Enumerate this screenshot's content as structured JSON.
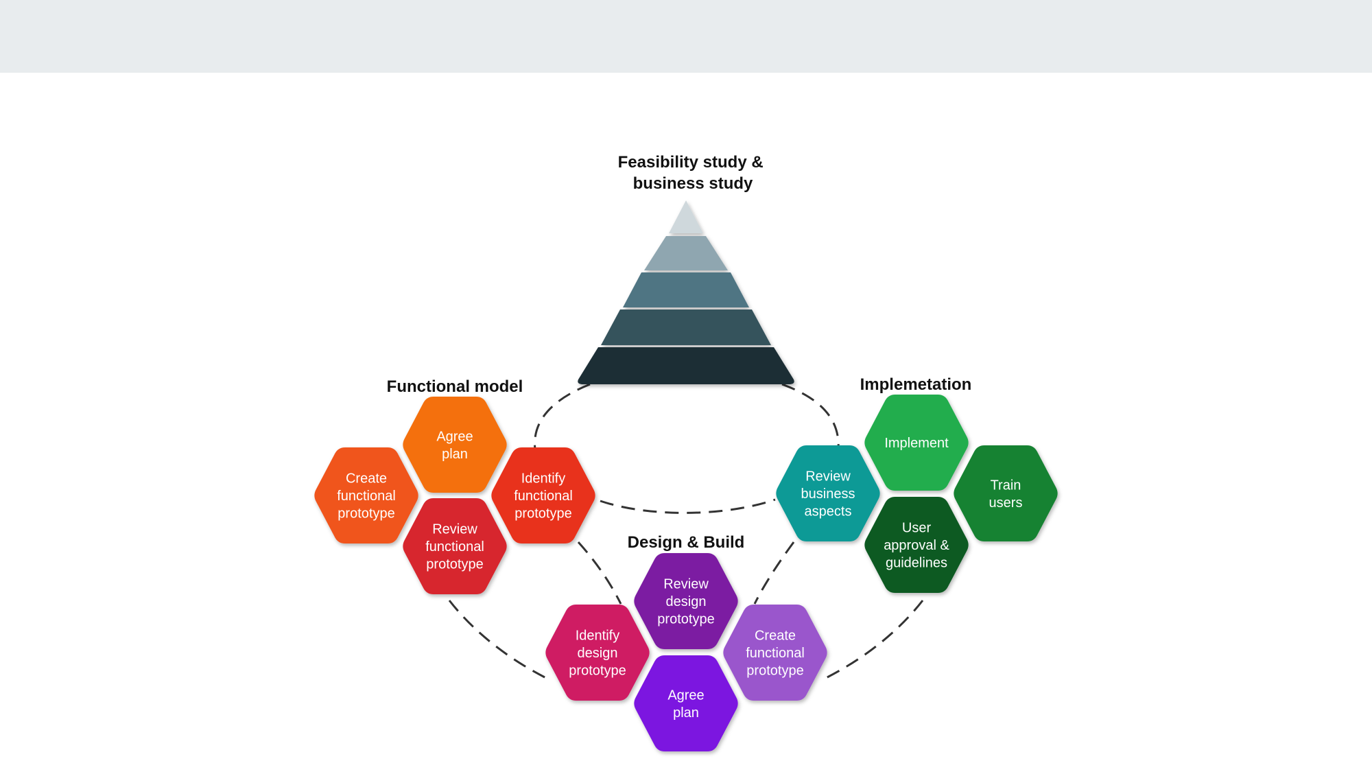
{
  "titles": {
    "feasibility": [
      "Feasibility study &",
      "business study"
    ],
    "functional_model": "Functional model",
    "implementation": "Implemetation",
    "design_build": "Design & Build"
  },
  "pyramid": {
    "tiers": [
      "#cfd8dc",
      "#8fa6b0",
      "#4f7583",
      "#34525c",
      "#1d2f36"
    ]
  },
  "groups": {
    "functional_model": {
      "hexes": [
        {
          "lines": [
            "Agree",
            "plan"
          ],
          "color": "#f4700f"
        },
        {
          "lines": [
            "Create",
            "functional",
            "prototype"
          ],
          "color": "#f0541e"
        },
        {
          "lines": [
            "Identify",
            "functional",
            "prototype"
          ],
          "color": "#e8331c"
        },
        {
          "lines": [
            "Review",
            "functional",
            "prototype"
          ],
          "color": "#d7282f"
        }
      ]
    },
    "implementation": {
      "hexes": [
        {
          "lines": [
            "Implement"
          ],
          "color": "#22ad4e"
        },
        {
          "lines": [
            "Review",
            "business",
            "aspects"
          ],
          "color": "#119a96"
        },
        {
          "lines": [
            "Train",
            "users"
          ],
          "color": "#168233"
        },
        {
          "lines": [
            "User",
            "approval &",
            "guidelines"
          ],
          "color": "#0d5a23"
        }
      ]
    },
    "design_build": {
      "hexes": [
        {
          "lines": [
            "Review",
            "design",
            "prototype"
          ],
          "color": "#7b1fa2"
        },
        {
          "lines": [
            "Identify",
            "design",
            "prototype"
          ],
          "color": "#cf1b63"
        },
        {
          "lines": [
            "Create",
            "functional",
            "prototype"
          ],
          "color": "#9a57cc"
        },
        {
          "lines": [
            "Agree",
            "plan"
          ],
          "color": "#7c14e0"
        }
      ]
    }
  }
}
